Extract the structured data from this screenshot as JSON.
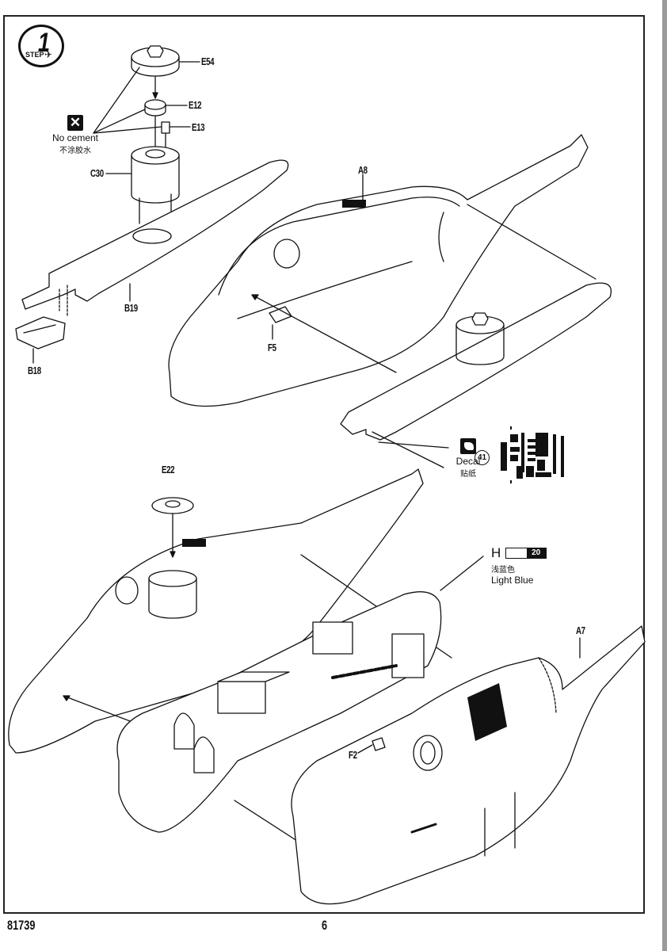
{
  "page": {
    "kit_number": "81739",
    "page_number": "6"
  },
  "step": {
    "number": "1",
    "label": "STEP"
  },
  "part_labels": {
    "e54": "E54",
    "e12": "E12",
    "e13": "E13",
    "c30": "C30",
    "b19": "B19",
    "b18": "B18",
    "a8": "A8",
    "f5": "F5",
    "e22": "E22",
    "a7": "A7",
    "f2": "F2"
  },
  "no_cement": {
    "icon": "x-box-icon",
    "label_en": "No cement",
    "label_cn": "不涂胶水"
  },
  "decal": {
    "icon": "decal-icon",
    "label_en": "Decal",
    "label_cn": "贴纸",
    "number": "41"
  },
  "paint": {
    "brand_letter": "H",
    "code": "20",
    "label_cn": "浅蓝色",
    "label_en": "Light Blue"
  },
  "colors": {
    "ink": "#111111",
    "paper": "#ffffff",
    "side_bar": "#9a9a9a"
  }
}
